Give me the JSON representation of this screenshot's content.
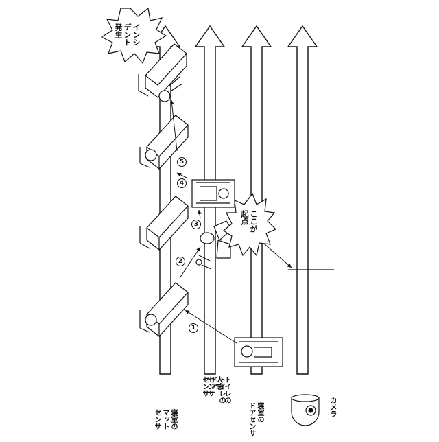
{
  "lanes": [
    {
      "id": "bed-mat",
      "label": [
        "寝室の",
        "マット",
        "センサ"
      ]
    },
    {
      "id": "toilet",
      "label_left": [
        "トイレの",
        "ドア",
        "センサ"
      ],
      "label_right": [
        "トイレの",
        "人感",
        "センサ"
      ]
    },
    {
      "id": "bedroom-door",
      "label": [
        "寝室の",
        "ドアセンサ"
      ]
    },
    {
      "id": "camera",
      "label": "カメラ"
    }
  ],
  "bursts": {
    "incident": [
      "インシ",
      "デント",
      "発生"
    ],
    "origin": [
      "ここが",
      "起点"
    ]
  },
  "steps": [
    "1",
    "2",
    "3",
    "4",
    "5"
  ]
}
